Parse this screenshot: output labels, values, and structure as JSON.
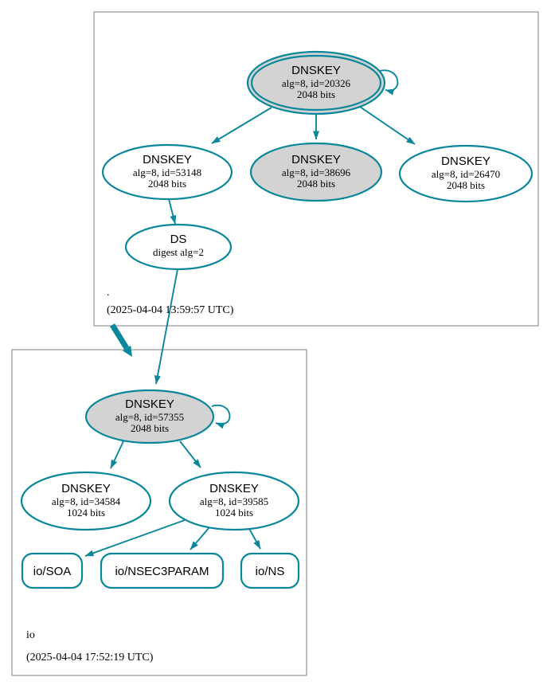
{
  "colors": {
    "edge": "#0a879a",
    "node_fill_gray": "#d3d3d3",
    "node_fill_white": "#ffffff",
    "cluster_border": "#7f7f7f",
    "text": "#000000"
  },
  "zones": {
    "root": {
      "name": ".",
      "timestamp": "(2025-04-04 13:59:57 UTC)"
    },
    "io": {
      "name": "io",
      "timestamp": "(2025-04-04 17:52:19 UTC)"
    }
  },
  "nodes": {
    "root_ksk": {
      "type": "DNSKEY",
      "alg": "alg=8, id=20326",
      "bits": "2048 bits"
    },
    "root_zsk": {
      "type": "DNSKEY",
      "alg": "alg=8, id=53148",
      "bits": "2048 bits"
    },
    "root_key_mid": {
      "type": "DNSKEY",
      "alg": "alg=8, id=38696",
      "bits": "2048 bits"
    },
    "root_key_right": {
      "type": "DNSKEY",
      "alg": "alg=8, id=26470",
      "bits": "2048 bits"
    },
    "root_ds": {
      "type": "DS",
      "detail": "digest alg=2"
    },
    "io_ksk": {
      "type": "DNSKEY",
      "alg": "alg=8, id=57355",
      "bits": "2048 bits"
    },
    "io_zsk_left": {
      "type": "DNSKEY",
      "alg": "alg=8, id=34584",
      "bits": "1024 bits"
    },
    "io_zsk_right": {
      "type": "DNSKEY",
      "alg": "alg=8, id=39585",
      "bits": "1024 bits"
    },
    "io_soa": {
      "label": "io/SOA"
    },
    "io_nsec3param": {
      "label": "io/NSEC3PARAM"
    },
    "io_ns": {
      "label": "io/NS"
    }
  }
}
